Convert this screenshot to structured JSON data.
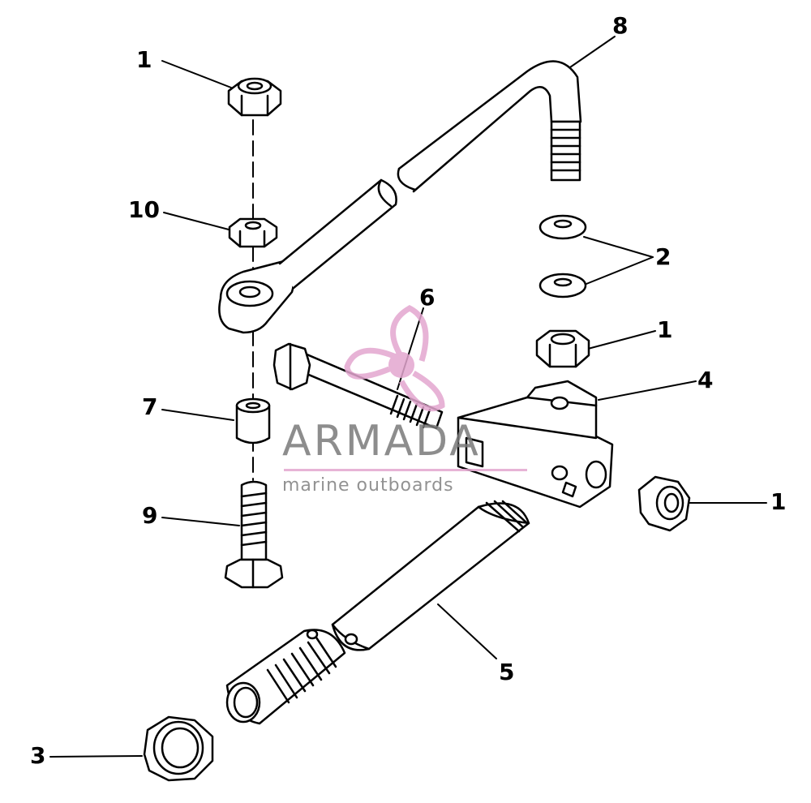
{
  "callouts": {
    "c1_top": "1",
    "c10": "10",
    "c7": "7",
    "c9": "9",
    "c3": "3",
    "c8": "8",
    "c2": "2",
    "c1_mid": "1",
    "c4": "4",
    "c1_right": "1",
    "c6": "6",
    "c5": "5"
  },
  "watermark": {
    "brand": "ARMADA",
    "tagline": "marine outboards"
  },
  "colors": {
    "line": "#000000",
    "watermark_pink": "#e3a6cf",
    "watermark_gray": "#7a7a7a"
  }
}
